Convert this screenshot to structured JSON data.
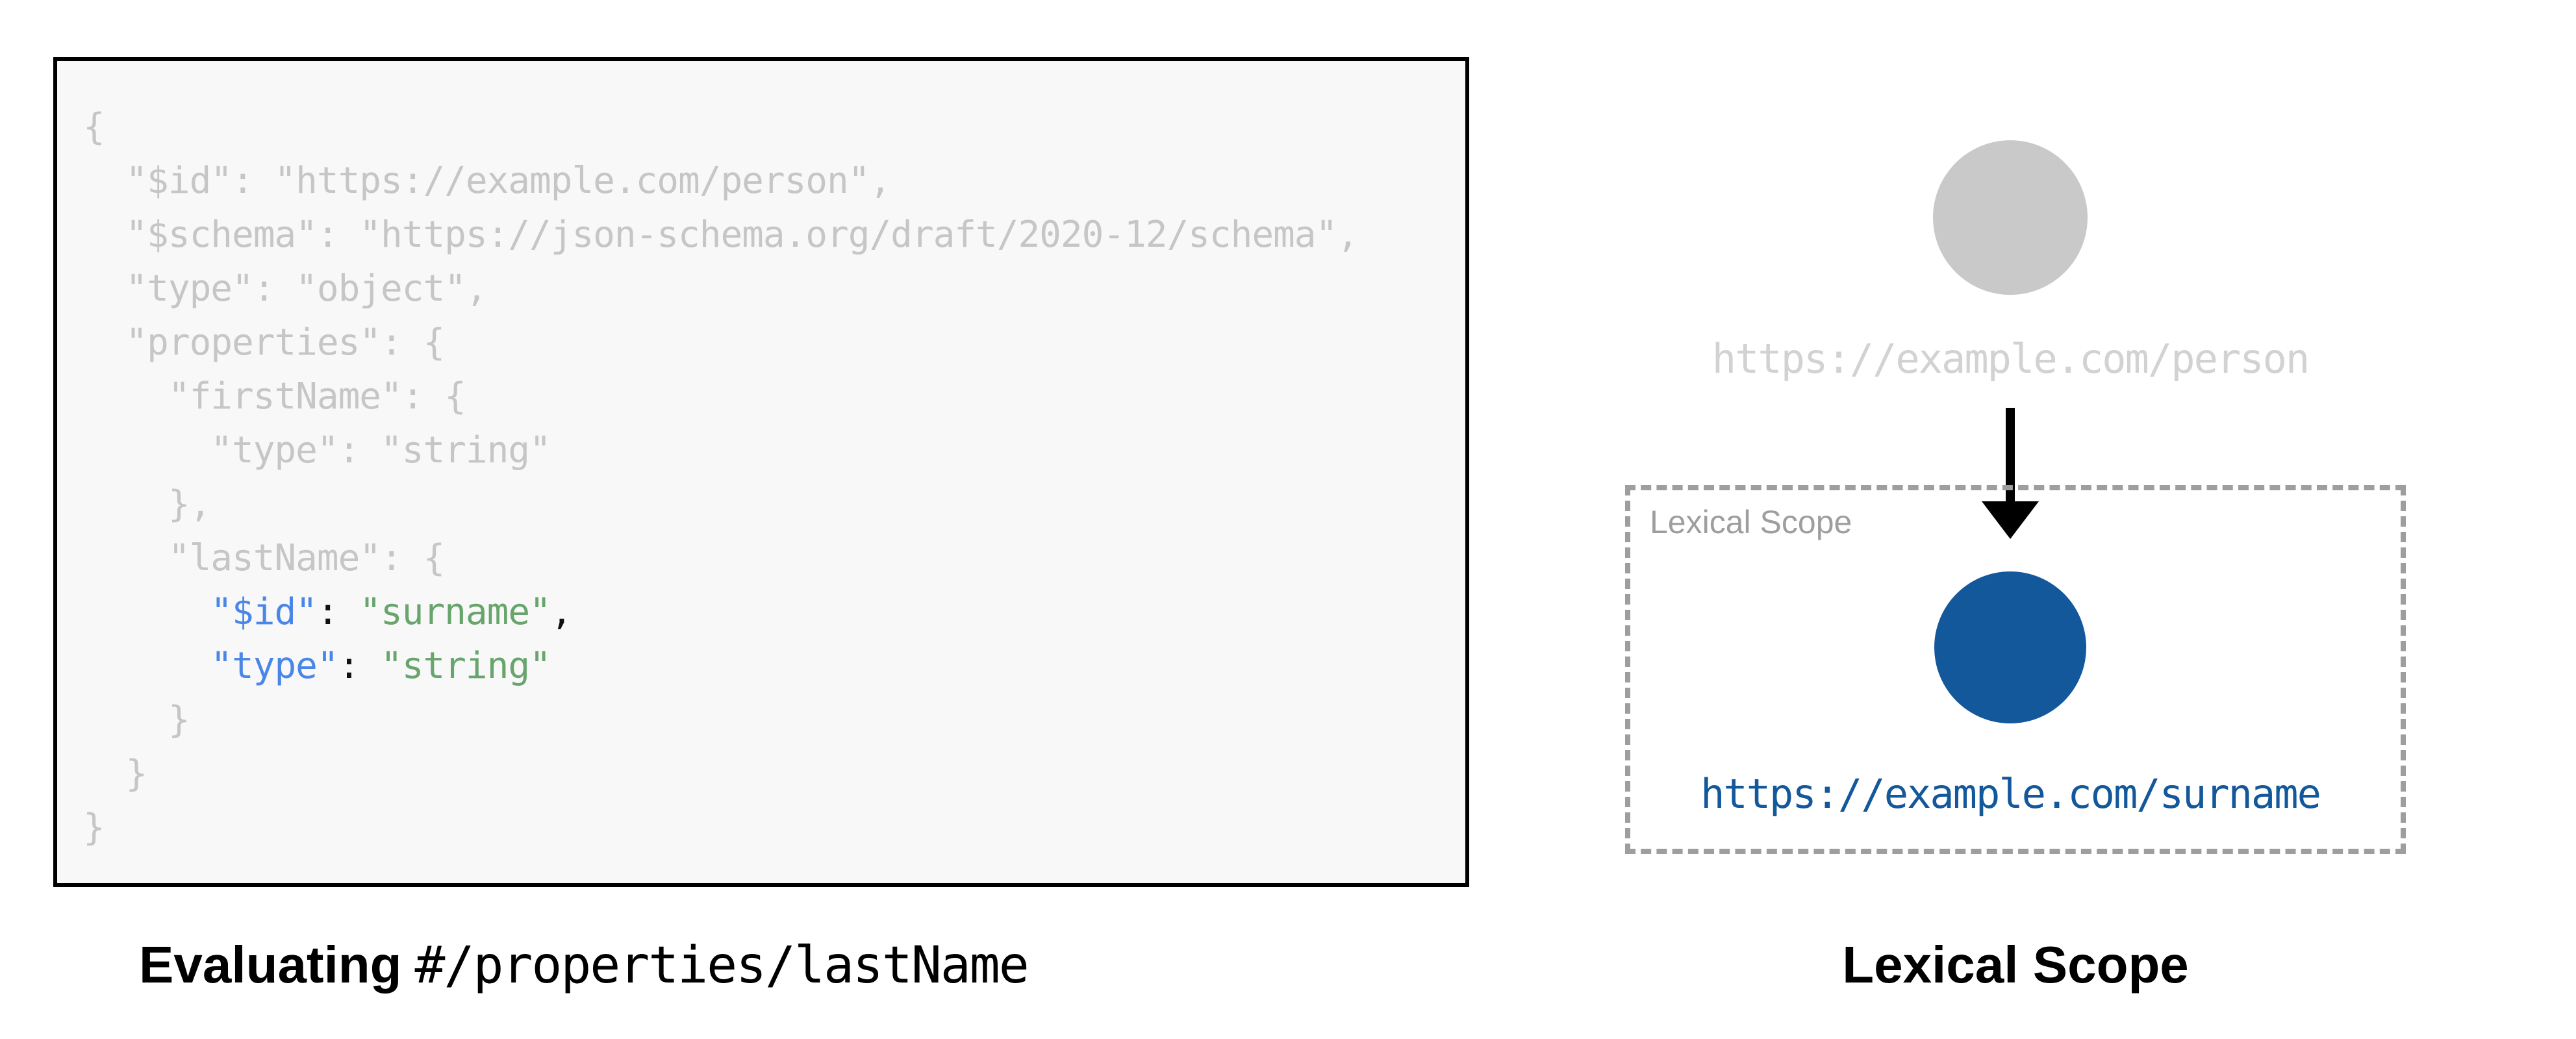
{
  "colors": {
    "panel_bg": "#f8f8f8",
    "panel_border": "#000000",
    "code_gray": "#c6c6c6",
    "key_blue": "#4a86e8",
    "string_green": "#67a56c",
    "punct_black": "#111111",
    "deep_blue": "#14589c",
    "node_gray": "#c9c9c9",
    "uri_gray": "#d2d2d2",
    "scope_gray": "#9e9e9e"
  },
  "code_panel": {
    "lines": [
      {
        "segments": [
          {
            "text": "{",
            "color": "gray"
          }
        ]
      },
      {
        "segments": [
          {
            "text": "  \"$id\": \"https://example.com/person\",",
            "color": "gray"
          }
        ]
      },
      {
        "segments": [
          {
            "text": "  \"$schema\": \"https://json-schema.org/draft/2020-12/schema\",",
            "color": "gray"
          }
        ]
      },
      {
        "segments": [
          {
            "text": "  \"type\": \"object\",",
            "color": "gray"
          }
        ]
      },
      {
        "segments": [
          {
            "text": "  \"properties\": {",
            "color": "gray"
          }
        ]
      },
      {
        "segments": [
          {
            "text": "    \"firstName\": {",
            "color": "gray"
          }
        ]
      },
      {
        "segments": [
          {
            "text": "      \"type\": \"string\"",
            "color": "gray"
          }
        ]
      },
      {
        "segments": [
          {
            "text": "    },",
            "color": "gray"
          }
        ]
      },
      {
        "segments": [
          {
            "text": "    \"lastName\": {",
            "color": "gray"
          }
        ]
      },
      {
        "segments": [
          {
            "text": "      ",
            "color": "gray"
          },
          {
            "text": "\"$id\"",
            "color": "blue"
          },
          {
            "text": ": ",
            "color": "black"
          },
          {
            "text": "\"surname\"",
            "color": "green"
          },
          {
            "text": ",",
            "color": "black"
          }
        ]
      },
      {
        "segments": [
          {
            "text": "      ",
            "color": "gray"
          },
          {
            "text": "\"type\"",
            "color": "blue"
          },
          {
            "text": ": ",
            "color": "black"
          },
          {
            "text": "\"string\"",
            "color": "green"
          }
        ]
      },
      {
        "segments": [
          {
            "text": "    }",
            "color": "gray"
          }
        ]
      },
      {
        "segments": [
          {
            "text": "  }",
            "color": "gray"
          }
        ]
      },
      {
        "segments": [
          {
            "text": "}",
            "color": "gray"
          }
        ]
      }
    ]
  },
  "left_caption": {
    "bold": "Evaluating",
    "pointer": "#/properties/lastName"
  },
  "diagram": {
    "parent_uri": "https://example.com/person",
    "scope_box_label": "Lexical Scope",
    "child_uri": "https://example.com/surname"
  },
  "right_caption": {
    "text": "Lexical Scope"
  }
}
